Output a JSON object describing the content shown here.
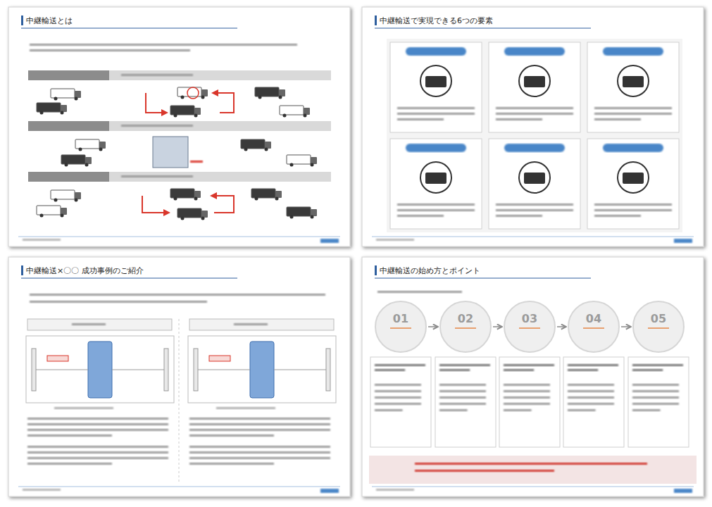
{
  "diagram": {
    "nodes": [
      {
        "text": [
          "中継輸送とは"
        ]
      },
      {
        "text": [
          "中継輸送で実現できる6つの要素"
        ]
      },
      {
        "text": [
          "中継輸送×〇〇 成功事例のご紹介"
        ]
      },
      {
        "text": [
          "中継輸送の始め方とポイント"
        ]
      },
      {
        "text": [
          "01"
        ],
        "in": 3
      },
      {
        "text": [
          "02"
        ],
        "in": 3
      },
      {
        "text": [
          "03"
        ],
        "in": 3
      },
      {
        "text": [
          "04"
        ],
        "in": 3
      },
      {
        "text": [
          "05"
        ],
        "in": 3
      }
    ],
    "edges": [
      {
        "from": 4,
        "to": 5,
        "arrow": "to"
      },
      {
        "from": 5,
        "to": 6,
        "arrow": "to"
      },
      {
        "from": 6,
        "to": 7,
        "arrow": "to"
      },
      {
        "from": 7,
        "to": 8,
        "arrow": "to"
      }
    ]
  }
}
